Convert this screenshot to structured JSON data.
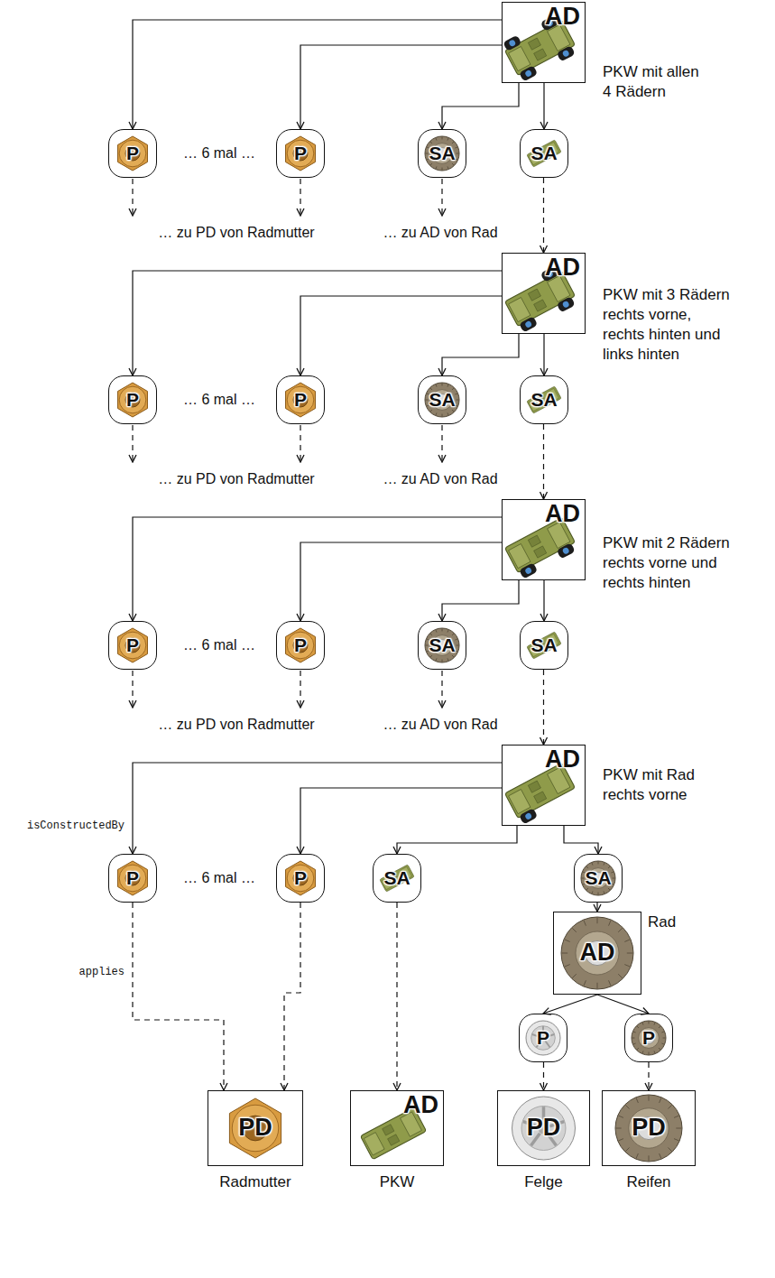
{
  "diagram": {
    "nodes": [
      {
        "text": [
          "AD",
          "PKW mit allen 4 Rädern"
        ]
      },
      {
        "text": [
          "P"
        ]
      },
      {
        "text": [
          "P"
        ]
      },
      {
        "text": [
          "SA"
        ]
      },
      {
        "text": [
          "SA"
        ]
      },
      {
        "text": [
          "AD",
          "PKW mit 3 Rädern rechts vorne, rechts hinten und links hinten"
        ]
      },
      {
        "text": [
          "P"
        ]
      },
      {
        "text": [
          "P"
        ]
      },
      {
        "text": [
          "SA"
        ]
      },
      {
        "text": [
          "SA"
        ]
      },
      {
        "text": [
          "AD",
          "PKW mit 2 Rädern rechts vorne und rechts hinten"
        ]
      },
      {
        "text": [
          "P"
        ]
      },
      {
        "text": [
          "P"
        ]
      },
      {
        "text": [
          "SA"
        ]
      },
      {
        "text": [
          "SA"
        ]
      },
      {
        "text": [
          "AD",
          "PKW mit Rad rechts vorne"
        ]
      },
      {
        "text": [
          "P"
        ]
      },
      {
        "text": [
          "P"
        ]
      },
      {
        "text": [
          "SA"
        ]
      },
      {
        "text": [
          "SA"
        ]
      },
      {
        "text": [
          "AD",
          "Rad"
        ]
      },
      {
        "text": [
          "P"
        ]
      },
      {
        "text": [
          "P"
        ]
      },
      {
        "text": [
          "PD",
          "Radmutter"
        ]
      },
      {
        "text": [
          "AD",
          "PKW"
        ]
      },
      {
        "text": [
          "PD",
          "Felge"
        ]
      },
      {
        "text": [
          "PD",
          "Reifen"
        ]
      }
    ],
    "edges": [
      {
        "from": 0,
        "to": 1,
        "arrow": "to"
      },
      {
        "from": 0,
        "to": 2,
        "arrow": "to"
      },
      {
        "from": 0,
        "to": 3,
        "arrow": "to"
      },
      {
        "from": 0,
        "to": 4,
        "arrow": "to"
      },
      {
        "from": 4,
        "to": 5,
        "arrow": "to"
      },
      {
        "from": 5,
        "to": 6,
        "arrow": "to"
      },
      {
        "from": 5,
        "to": 7,
        "arrow": "to"
      },
      {
        "from": 5,
        "to": 8,
        "arrow": "to"
      },
      {
        "from": 5,
        "to": 9,
        "arrow": "to"
      },
      {
        "from": 9,
        "to": 10,
        "arrow": "to"
      },
      {
        "from": 10,
        "to": 11,
        "arrow": "to"
      },
      {
        "from": 10,
        "to": 12,
        "arrow": "to"
      },
      {
        "from": 10,
        "to": 13,
        "arrow": "to"
      },
      {
        "from": 10,
        "to": 14,
        "arrow": "to"
      },
      {
        "from": 14,
        "to": 15,
        "arrow": "to"
      },
      {
        "from": 15,
        "to": 16,
        "label": "isConstructedBy",
        "arrow": "to"
      },
      {
        "from": 15,
        "to": 17,
        "arrow": "to"
      },
      {
        "from": 15,
        "to": 18,
        "arrow": "to"
      },
      {
        "from": 15,
        "to": 19,
        "arrow": "to"
      },
      {
        "from": 19,
        "to": 20,
        "arrow": "to"
      },
      {
        "from": 20,
        "to": 21,
        "arrow": "to"
      },
      {
        "from": 20,
        "to": 22,
        "arrow": "to"
      },
      {
        "from": 16,
        "to": 23,
        "label": "applies",
        "arrow": "to"
      },
      {
        "from": 17,
        "to": 23,
        "arrow": "to"
      },
      {
        "from": 18,
        "to": 24,
        "arrow": "to"
      },
      {
        "from": 21,
        "to": 25,
        "arrow": "to"
      },
      {
        "from": 22,
        "to": 26,
        "arrow": "to"
      }
    ],
    "labels": [
      "… 6 mal …",
      "… zu PD von Radmutter",
      "… zu AD von Rad",
      "… 6 mal …",
      "… zu PD von Radmutter",
      "… zu AD von Rad",
      "… 6 mal …",
      "… zu PD von Radmutter",
      "… zu AD von Rad",
      "… 6 mal …"
    ]
  }
}
